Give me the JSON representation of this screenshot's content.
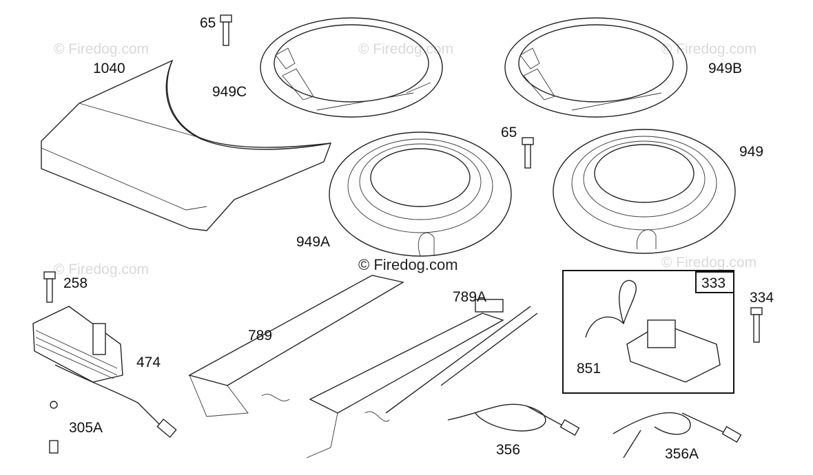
{
  "watermark": {
    "text": "© Firedog.com",
    "main": "© Firedog.com"
  },
  "parts": {
    "p65a": "65",
    "p1040": "1040",
    "p949c": "949C",
    "p949b": "949B",
    "p65b": "65",
    "p949": "949",
    "p949a": "949A",
    "p258": "258",
    "p789a": "789A",
    "p333": "333",
    "p334": "334",
    "p789": "789",
    "p474": "474",
    "p851": "851",
    "p305a": "305A",
    "p356": "356",
    "p356a": "356A"
  }
}
